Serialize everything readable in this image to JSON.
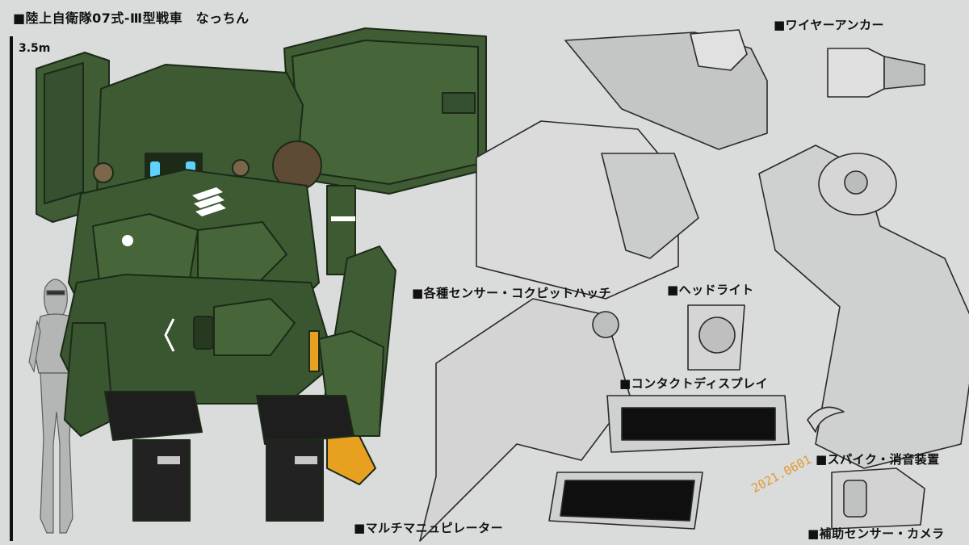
{
  "title": "■陸上自衛隊07式-Ⅲ型戦車　なっちん",
  "scale_label": "3.5m",
  "callouts": {
    "wire_anchor": "■ワイヤーアンカー",
    "sensor_hatch": "■各種センサー・コクピットハッチ",
    "headlight": "■ヘッドライト",
    "contact_display": "■コンタクトディスプレイ",
    "spike": "■スパイク・消音装置",
    "manipulator": "■マルチマニュピレーター",
    "aux_camera": "■補助センサー・カメラ"
  },
  "signature_date": "2021.0601",
  "colors": {
    "background": "#d9dcdb",
    "armor_green": "#3d5a33",
    "armor_dark": "#2a3f24",
    "armor_light": "#4f6e42",
    "visor_glow": "#5fd3ff",
    "boot_black": "#222222",
    "accent_orange": "#e8a020",
    "sketch_gray": "#c7c9c8",
    "sketch_line": "#2b2b2b",
    "signature": "#e29a2e"
  }
}
